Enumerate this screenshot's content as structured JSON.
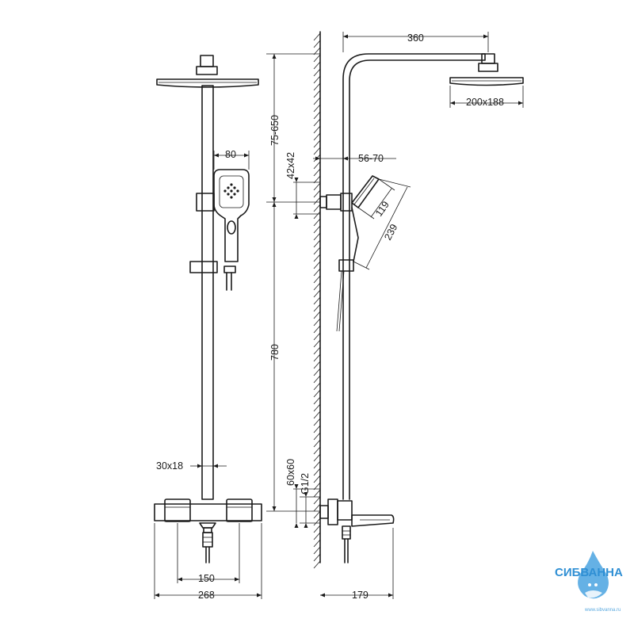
{
  "dimensions": {
    "arm_length": "360",
    "head_size": "200x188",
    "arm_height_range": "75-650",
    "hand_shower_width": "80",
    "wall_distance": "56-70",
    "holder_size": "42x42",
    "hand_shower_length": "119",
    "hand_shower_total": "239",
    "rail_height": "780",
    "pipe_section": "30x18",
    "mixer_block": "60x60",
    "thread": "G1/2",
    "inlet_spacing": "150",
    "mixer_width": "268",
    "spout_projection": "179"
  },
  "brand": {
    "name": "СИБВАННА",
    "url": "www.sibvanna.ru",
    "color": "#2f8fd4"
  }
}
